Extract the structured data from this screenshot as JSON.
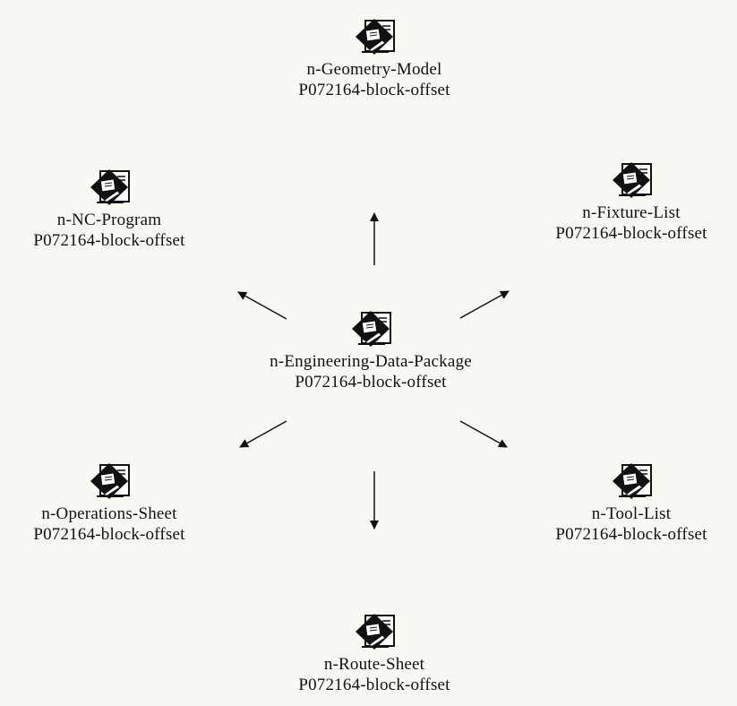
{
  "diagram": {
    "nodes": [
      {
        "id": "geometry-model",
        "title": "n-Geometry-Model",
        "subtitle": "P072164-block-offset"
      },
      {
        "id": "nc-program",
        "title": "n-NC-Program",
        "subtitle": "P072164-block-offset"
      },
      {
        "id": "fixture-list",
        "title": "n-Fixture-List",
        "subtitle": "P072164-block-offset"
      },
      {
        "id": "engineering-data-package",
        "title": "n-Engineering-Data-Package",
        "subtitle": "P072164-block-offset"
      },
      {
        "id": "operations-sheet",
        "title": "n-Operations-Sheet",
        "subtitle": "P072164-block-offset"
      },
      {
        "id": "tool-list",
        "title": "n-Tool-List",
        "subtitle": "P072164-block-offset"
      },
      {
        "id": "route-sheet",
        "title": "n-Route-Sheet",
        "subtitle": "P072164-block-offset"
      }
    ],
    "edges": [
      {
        "from": "engineering-data-package",
        "to": "geometry-model"
      },
      {
        "from": "engineering-data-package",
        "to": "nc-program"
      },
      {
        "from": "engineering-data-package",
        "to": "fixture-list"
      },
      {
        "from": "engineering-data-package",
        "to": "operations-sheet"
      },
      {
        "from": "engineering-data-package",
        "to": "tool-list"
      },
      {
        "from": "engineering-data-package",
        "to": "route-sheet"
      }
    ],
    "icon": "document-node-icon",
    "colors": {
      "background": "#f9f9f4",
      "ink": "#111111"
    }
  }
}
